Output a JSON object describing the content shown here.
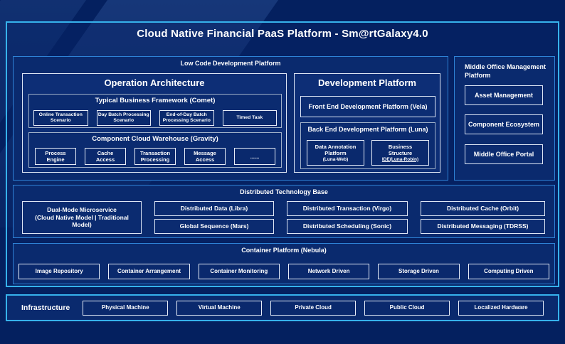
{
  "title": "Cloud Native Financial PaaS Platform - Sm@rtGalaxy4.0",
  "low_code": {
    "label": "Low Code Development Platform",
    "operation_architecture": {
      "title": "Operation Architecture",
      "typical_business": {
        "title": "Typical Business Framework (Comet)",
        "items": [
          "Online Transaction\nScenario",
          "Day Batch Processing\nScenario",
          "End-of-Day Batch\nProcessing Scenario",
          "Timed Task"
        ]
      },
      "component_cloud": {
        "title": "Component Cloud Warehouse (Gravity)",
        "items": [
          "Process\nEngine",
          "Cache\nAccess",
          "Transaction\nProcessing",
          "Message\nAccess",
          "......"
        ]
      }
    },
    "development_platform": {
      "title": "Development Platform",
      "front_end": "Front End Development Platform (Vela)",
      "back_end": {
        "title": "Back End Development Platform (Luna)",
        "items": [
          {
            "label": "Data Annotation\nPlatform",
            "sub": "(Luna-Web)"
          },
          {
            "label": "Business\nStructure",
            "sub": "IDE(Luna-Robin)"
          }
        ]
      }
    }
  },
  "middle_office": {
    "title": "Middle Office Management\nPlatform",
    "items": [
      "Asset Management",
      "Component Ecosystem",
      "Middle Office Portal"
    ]
  },
  "distributed": {
    "title": "Distributed Technology Base",
    "dual_mode": "Dual-Mode Microservice\n(Cloud Native Model | Traditional\nModel)",
    "items": [
      "Distributed Data (Libra)",
      "Global Sequence (Mars)",
      "Distributed Transaction (Virgo)",
      "Distributed Scheduling (Sonic)",
      "Distributed Cache (Orbit)",
      "Distributed Messaging (TDRSS)"
    ]
  },
  "container_platform": {
    "title": "Container Platform (Nebula)",
    "items": [
      "Image Repository",
      "Container Arrangement",
      "Container Monitoring",
      "Network Driven",
      "Storage Driven",
      "Computing Driven"
    ]
  },
  "infrastructure": {
    "label": "Infrastructure",
    "items": [
      "Physical Machine",
      "Virtual Machine",
      "Private Cloud",
      "Public Cloud",
      "Localized Hardware"
    ]
  },
  "colors": {
    "background": "#04205f",
    "panel_fill": "#0a2a6e",
    "outer_border": "#36b2ec",
    "section_border": "#2e82d6",
    "box_border": "#e6edf8",
    "group_border": "#9fb0c8",
    "text": "#ffffff"
  }
}
